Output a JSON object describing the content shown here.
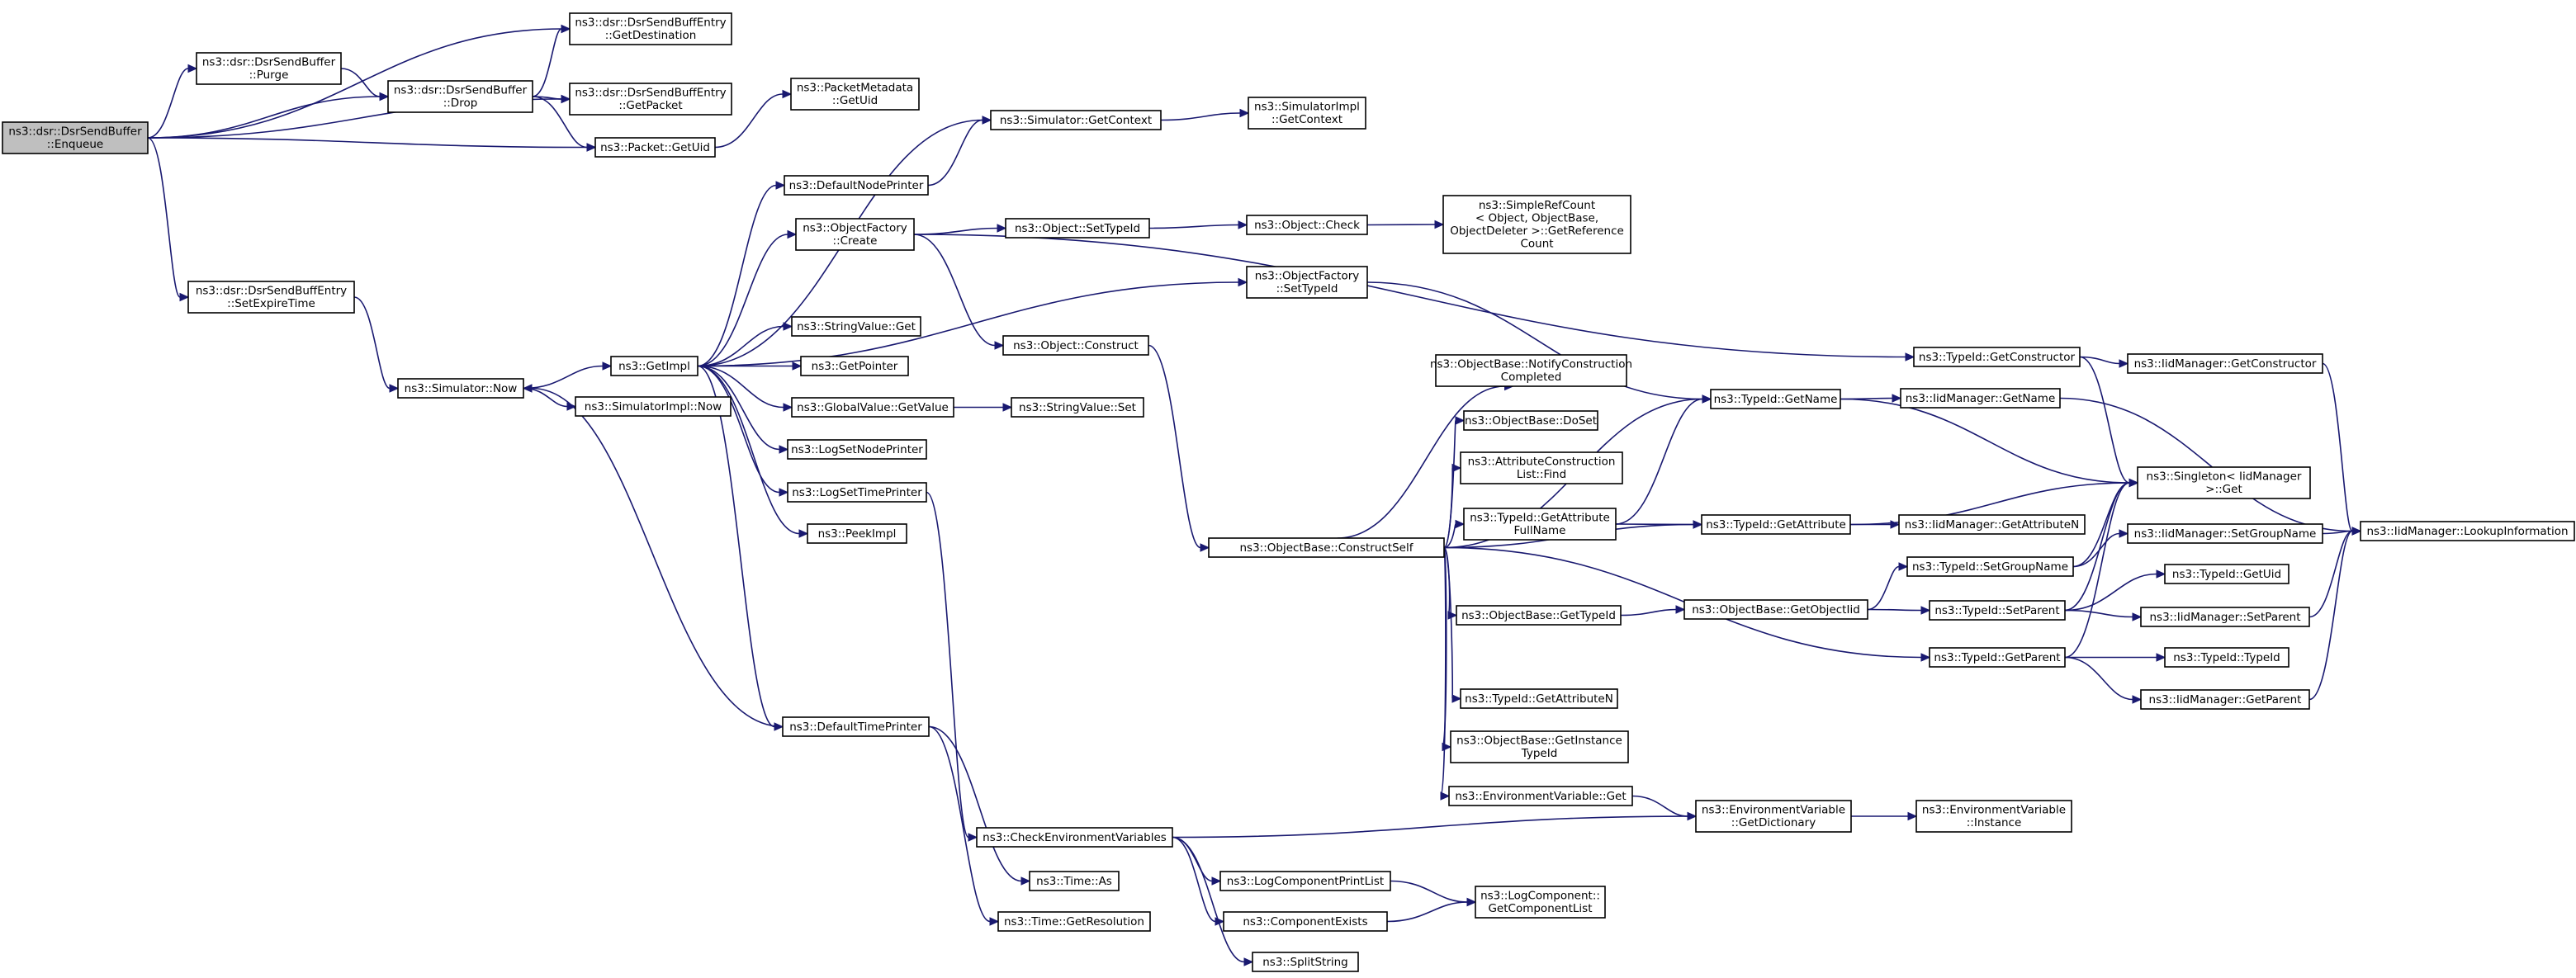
{
  "colors": {
    "edge": "#191970",
    "node_border": "#000000",
    "root_fill": "#bfbfbf",
    "background": "#ffffff"
  },
  "nodes": [
    {
      "id": "enqueue",
      "lines": [
        "ns3::dsr::DsrSendBuffer",
        "::Enqueue"
      ],
      "root": true
    },
    {
      "id": "purge",
      "lines": [
        "ns3::dsr::DsrSendBuffer",
        "::Purge"
      ]
    },
    {
      "id": "drop",
      "lines": [
        "ns3::dsr::DsrSendBuffer",
        "::Drop"
      ]
    },
    {
      "id": "getdest",
      "lines": [
        "ns3::dsr::DsrSendBuffEntry",
        "::GetDestination"
      ]
    },
    {
      "id": "getpacket",
      "lines": [
        "ns3::dsr::DsrSendBuffEntry",
        "::GetPacket"
      ]
    },
    {
      "id": "pktmeta",
      "lines": [
        "ns3::PacketMetadata",
        "::GetUid"
      ]
    },
    {
      "id": "pktuid",
      "lines": [
        "ns3::Packet::GetUid"
      ]
    },
    {
      "id": "setexpire",
      "lines": [
        "ns3::dsr::DsrSendBuffEntry",
        "::SetExpireTime"
      ]
    },
    {
      "id": "simnow",
      "lines": [
        "ns3::Simulator::Now"
      ]
    },
    {
      "id": "simimplnow",
      "lines": [
        "ns3::SimulatorImpl::Now"
      ]
    },
    {
      "id": "getimpl",
      "lines": [
        "ns3::GetImpl"
      ]
    },
    {
      "id": "defnodeprinter",
      "lines": [
        "ns3::DefaultNodePrinter"
      ]
    },
    {
      "id": "simgetctx",
      "lines": [
        "ns3::Simulator::GetContext"
      ]
    },
    {
      "id": "simimplgetctx",
      "lines": [
        "ns3::SimulatorImpl",
        "::GetContext"
      ]
    },
    {
      "id": "ofcreate",
      "lines": [
        "ns3::ObjectFactory",
        "::Create"
      ]
    },
    {
      "id": "objsettypeid",
      "lines": [
        "ns3::Object::SetTypeId"
      ]
    },
    {
      "id": "objcheck",
      "lines": [
        "ns3::Object::Check"
      ]
    },
    {
      "id": "simplerefcount",
      "lines": [
        "ns3::SimpleRefCount",
        "< Object, ObjectBase,",
        " ObjectDeleter >::GetReference",
        "Count"
      ]
    },
    {
      "id": "ofsettypeid",
      "lines": [
        "ns3::ObjectFactory",
        "::SetTypeId"
      ]
    },
    {
      "id": "strvalget",
      "lines": [
        "ns3::StringValue::Get"
      ]
    },
    {
      "id": "getpointer",
      "lines": [
        "ns3::GetPointer"
      ]
    },
    {
      "id": "globalvalget",
      "lines": [
        "ns3::GlobalValue::GetValue"
      ]
    },
    {
      "id": "strvalset",
      "lines": [
        "ns3::StringValue::Set"
      ]
    },
    {
      "id": "logsetnode",
      "lines": [
        "ns3::LogSetNodePrinter"
      ]
    },
    {
      "id": "logsettime",
      "lines": [
        "ns3::LogSetTimePrinter"
      ]
    },
    {
      "id": "peekimpl",
      "lines": [
        "ns3::PeekImpl"
      ]
    },
    {
      "id": "objconstruct",
      "lines": [
        "ns3::Object::Construct"
      ]
    },
    {
      "id": "deftimeprinter",
      "lines": [
        "ns3::DefaultTimePrinter"
      ]
    },
    {
      "id": "checkenv",
      "lines": [
        "ns3::CheckEnvironmentVariables"
      ]
    },
    {
      "id": "timeas",
      "lines": [
        "ns3::Time::As"
      ]
    },
    {
      "id": "timegetres",
      "lines": [
        "ns3::Time::GetResolution"
      ]
    },
    {
      "id": "logcompprint",
      "lines": [
        "ns3::LogComponentPrintList"
      ]
    },
    {
      "id": "compexists",
      "lines": [
        "ns3::ComponentExists"
      ]
    },
    {
      "id": "splitstring",
      "lines": [
        "ns3::SplitString"
      ]
    },
    {
      "id": "logcompgetlist",
      "lines": [
        "ns3::LogComponent::",
        "GetComponentList"
      ]
    },
    {
      "id": "constructself",
      "lines": [
        "ns3::ObjectBase::ConstructSelf"
      ]
    },
    {
      "id": "notifyconstr",
      "lines": [
        "ns3::ObjectBase::NotifyConstruction",
        "Completed"
      ]
    },
    {
      "id": "doset",
      "lines": [
        "ns3::ObjectBase::DoSet"
      ]
    },
    {
      "id": "attrconstrfind",
      "lines": [
        "ns3::AttributeConstruction",
        "List::Find"
      ]
    },
    {
      "id": "getattrfullname",
      "lines": [
        "ns3::TypeId::GetAttribute",
        "FullName"
      ]
    },
    {
      "id": "obgettypeid",
      "lines": [
        "ns3::ObjectBase::GetTypeId"
      ]
    },
    {
      "id": "tidgetattrn",
      "lines": [
        "ns3::TypeId::GetAttributeN"
      ]
    },
    {
      "id": "obgetinsttid",
      "lines": [
        "ns3::ObjectBase::GetInstance",
        "TypeId"
      ]
    },
    {
      "id": "envget",
      "lines": [
        "ns3::EnvironmentVariable::Get"
      ]
    },
    {
      "id": "envgetdict",
      "lines": [
        "ns3::EnvironmentVariable",
        "::GetDictionary"
      ]
    },
    {
      "id": "envinstance",
      "lines": [
        "ns3::EnvironmentVariable",
        "::Instance"
      ]
    },
    {
      "id": "tidgetname",
      "lines": [
        "ns3::TypeId::GetName"
      ]
    },
    {
      "id": "tidgetattr",
      "lines": [
        "ns3::TypeId::GetAttribute"
      ]
    },
    {
      "id": "obgetobjtid",
      "lines": [
        "ns3::ObjectBase::GetObjectIid"
      ]
    },
    {
      "id": "tidgetparent",
      "lines": [
        "ns3::TypeId::GetParent"
      ]
    },
    {
      "id": "tidgetctor",
      "lines": [
        "ns3::TypeId::GetConstructor"
      ]
    },
    {
      "id": "iidgetctor",
      "lines": [
        "ns3::IidManager::GetConstructor"
      ]
    },
    {
      "id": "iidgetname",
      "lines": [
        "ns3::IidManager::GetName"
      ]
    },
    {
      "id": "singleton",
      "lines": [
        "ns3::Singleton< IidManager",
        " >::Get"
      ]
    },
    {
      "id": "iidgetattrn",
      "lines": [
        "ns3::IidManager::GetAttributeN"
      ]
    },
    {
      "id": "tidsetgroup",
      "lines": [
        "ns3::TypeId::SetGroupName"
      ]
    },
    {
      "id": "tidsetparent",
      "lines": [
        "ns3::TypeId::SetParent"
      ]
    },
    {
      "id": "iidsetgroup",
      "lines": [
        "ns3::IidManager::SetGroupName"
      ]
    },
    {
      "id": "tidgetuid",
      "lines": [
        "ns3::TypeId::GetUid"
      ]
    },
    {
      "id": "iidsetparent",
      "lines": [
        "ns3::IidManager::SetParent"
      ]
    },
    {
      "id": "tidtypeid",
      "lines": [
        "ns3::TypeId::TypeId"
      ]
    },
    {
      "id": "iidgetparent",
      "lines": [
        "ns3::IidManager::GetParent"
      ]
    },
    {
      "id": "lookupinfo",
      "lines": [
        "ns3::IidManager::LookupInformation"
      ]
    }
  ],
  "edges": [
    [
      "enqueue",
      "getdest"
    ],
    [
      "enqueue",
      "purge"
    ],
    [
      "enqueue",
      "drop"
    ],
    [
      "enqueue",
      "getpacket"
    ],
    [
      "enqueue",
      "pktuid"
    ],
    [
      "enqueue",
      "setexpire"
    ],
    [
      "purge",
      "drop"
    ],
    [
      "drop",
      "getdest"
    ],
    [
      "drop",
      "getpacket"
    ],
    [
      "drop",
      "pktuid"
    ],
    [
      "pktuid",
      "pktmeta"
    ],
    [
      "setexpire",
      "simnow"
    ],
    [
      "simnow",
      "getimpl"
    ],
    [
      "simnow",
      "simimplnow"
    ],
    [
      "getimpl",
      "defnodeprinter"
    ],
    [
      "getimpl",
      "simgetctx"
    ],
    [
      "getimpl",
      "ofcreate"
    ],
    [
      "getimpl",
      "ofsettypeid"
    ],
    [
      "getimpl",
      "strvalget"
    ],
    [
      "getimpl",
      "getpointer"
    ],
    [
      "getimpl",
      "globalvalget"
    ],
    [
      "getimpl",
      "logsetnode"
    ],
    [
      "getimpl",
      "logsettime"
    ],
    [
      "getimpl",
      "peekimpl"
    ],
    [
      "getimpl",
      "deftimeprinter"
    ],
    [
      "defnodeprinter",
      "simgetctx"
    ],
    [
      "simgetctx",
      "simimplgetctx"
    ],
    [
      "ofcreate",
      "objsettypeid"
    ],
    [
      "ofcreate",
      "objconstruct"
    ],
    [
      "ofcreate",
      "tidgetctor"
    ],
    [
      "objsettypeid",
      "objcheck"
    ],
    [
      "objcheck",
      "simplerefcount"
    ],
    [
      "ofsettypeid",
      "tidgetname"
    ],
    [
      "globalvalget",
      "strvalset"
    ],
    [
      "logsettime",
      "checkenv"
    ],
    [
      "objconstruct",
      "constructself"
    ],
    [
      "deftimeprinter",
      "simnow"
    ],
    [
      "deftimeprinter",
      "timeas"
    ],
    [
      "deftimeprinter",
      "timegetres"
    ],
    [
      "checkenv",
      "envgetdict"
    ],
    [
      "checkenv",
      "logcompprint"
    ],
    [
      "checkenv",
      "compexists"
    ],
    [
      "checkenv",
      "splitstring"
    ],
    [
      "logcompprint",
      "logcompgetlist"
    ],
    [
      "compexists",
      "logcompgetlist"
    ],
    [
      "constructself",
      "tidgetname"
    ],
    [
      "constructself",
      "notifyconstr"
    ],
    [
      "constructself",
      "doset"
    ],
    [
      "constructself",
      "attrconstrfind"
    ],
    [
      "constructself",
      "getattrfullname"
    ],
    [
      "constructself",
      "tidgetattr"
    ],
    [
      "constructself",
      "obgettypeid"
    ],
    [
      "constructself",
      "tidgetparent"
    ],
    [
      "constructself",
      "tidgetattrn"
    ],
    [
      "constructself",
      "obgetinsttid"
    ],
    [
      "constructself",
      "envget"
    ],
    [
      "getattrfullname",
      "tidgetname"
    ],
    [
      "getattrfullname",
      "tidgetattr"
    ],
    [
      "obgettypeid",
      "obgetobjtid"
    ],
    [
      "obgetobjtid",
      "tidsetgroup"
    ],
    [
      "obgetobjtid",
      "tidsetparent"
    ],
    [
      "envget",
      "envgetdict"
    ],
    [
      "envgetdict",
      "envinstance"
    ],
    [
      "tidgetname",
      "iidgetname"
    ],
    [
      "tidgetname",
      "singleton"
    ],
    [
      "tidgetattr",
      "iidgetattrn"
    ],
    [
      "tidgetattr",
      "singleton"
    ],
    [
      "tidgetctor",
      "iidgetctor"
    ],
    [
      "tidgetctor",
      "singleton"
    ],
    [
      "iidgetctor",
      "lookupinfo"
    ],
    [
      "iidgetname",
      "lookupinfo"
    ],
    [
      "tidsetgroup",
      "iidsetgroup"
    ],
    [
      "tidsetgroup",
      "singleton"
    ],
    [
      "tidsetparent",
      "tidgetuid"
    ],
    [
      "tidsetparent",
      "iidsetparent"
    ],
    [
      "tidsetparent",
      "singleton"
    ],
    [
      "tidgetparent",
      "tidtypeid"
    ],
    [
      "tidgetparent",
      "iidgetparent"
    ],
    [
      "tidgetparent",
      "singleton"
    ],
    [
      "iidsetgroup",
      "lookupinfo"
    ],
    [
      "iidsetparent",
      "lookupinfo"
    ],
    [
      "iidgetparent",
      "lookupinfo"
    ]
  ]
}
